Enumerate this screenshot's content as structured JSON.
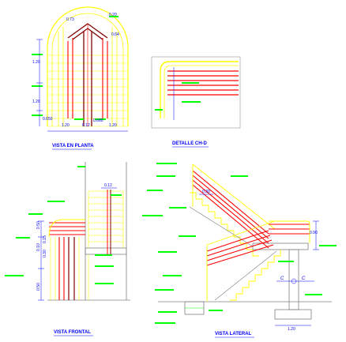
{
  "views": {
    "plan": {
      "title": "VISTA EN PLANTA"
    },
    "detail": {
      "title": "DETALLE CH-D"
    },
    "front": {
      "title": "VISTA FRONTAL"
    },
    "side": {
      "title": "VISTA LATERAL"
    }
  },
  "dimensions": {
    "plan_top_a": "0.73",
    "plan_top_b": "0.20",
    "plan_top_c": "0.64",
    "plan_left_a": "1.20",
    "plan_left_b": "1.20",
    "plan_left_c": "0.650",
    "plan_bottom_a": "1.20",
    "plan_bottom_b": "0.12",
    "plan_bottom_c": "1.20",
    "plan_bottom_d": "0.680",
    "front_top": "0.12",
    "front_left_a": "0.50",
    "front_left_b": "0.10",
    "front_left_c": "0.30",
    "front_left_d": "0.15",
    "front_left_e": "0.50",
    "side_top": "0.30",
    "side_right": "0.90",
    "side_bottom": "1.20"
  },
  "axis_mark": "C",
  "colors": {
    "stair_stroke": "#ffff00",
    "rail": "#ff0000",
    "post": "#800000",
    "dimension": "#0000ff",
    "note_block": "#00ff00",
    "outline": "#808080"
  }
}
